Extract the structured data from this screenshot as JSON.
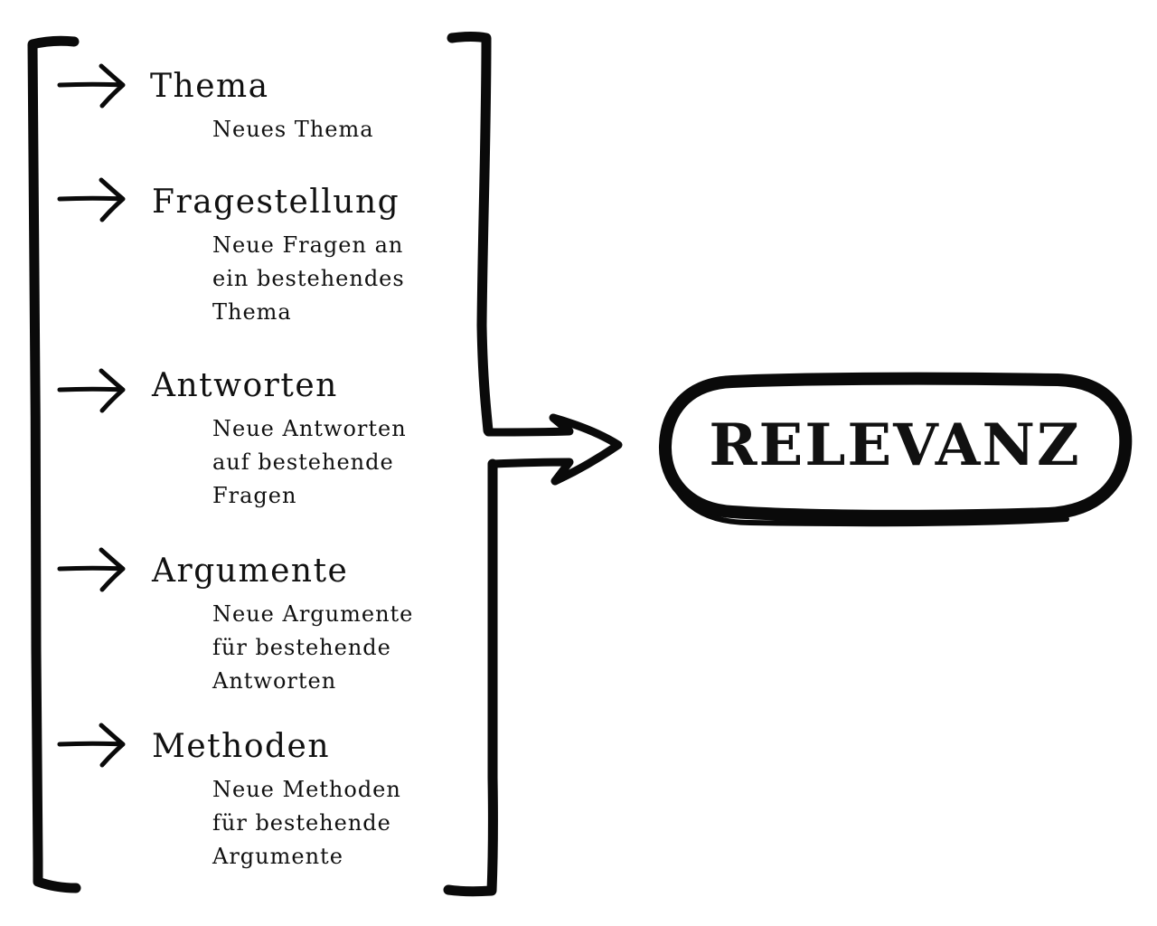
{
  "items": [
    {
      "title": "Thema",
      "description": [
        "Neues Thema"
      ]
    },
    {
      "title": "Fragestellung",
      "description": [
        "Neue Fragen an",
        "ein bestehendes",
        "Thema"
      ]
    },
    {
      "title": "Antworten",
      "description": [
        "Neue Antworten",
        "auf bestehende",
        "Fragen"
      ]
    },
    {
      "title": "Argumente",
      "description": [
        "Neue Argumente",
        "für bestehende",
        "Antworten"
      ]
    },
    {
      "title": "Methoden",
      "description": [
        "Neue Methoden",
        "für bestehende",
        "Argumente"
      ]
    }
  ],
  "result": {
    "label": "RELEVANZ"
  }
}
